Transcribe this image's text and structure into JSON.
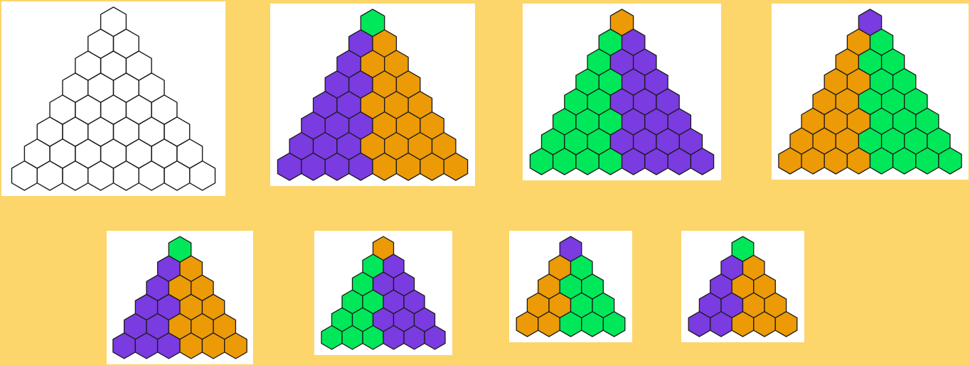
{
  "colors": {
    "background": "#fcd56b",
    "panel": "#ffffff",
    "green": "#00e85a",
    "orange": "#ec9a06",
    "purple": "#7a3be0",
    "line": "#1a1a1a"
  },
  "puzzles": [
    {
      "name": "blank-grid",
      "size": 8,
      "colored": false
    },
    {
      "name": "solution-8-a",
      "size": 8,
      "colored": true,
      "rotation": 0
    },
    {
      "name": "solution-8-b",
      "size": 8,
      "colored": true,
      "rotation": 1
    },
    {
      "name": "solution-8-c",
      "size": 8,
      "colored": true,
      "rotation": 2
    },
    {
      "name": "solution-6",
      "size": 6,
      "colored": true,
      "rotation": 0
    },
    {
      "name": "solution-6-b",
      "size": 6,
      "colored": true,
      "rotation": 1
    },
    {
      "name": "solution-5",
      "size": 5,
      "colored": true,
      "rotation": 2
    },
    {
      "name": "solution-5-b",
      "size": 5,
      "colored": true,
      "rotation": 0
    }
  ]
}
